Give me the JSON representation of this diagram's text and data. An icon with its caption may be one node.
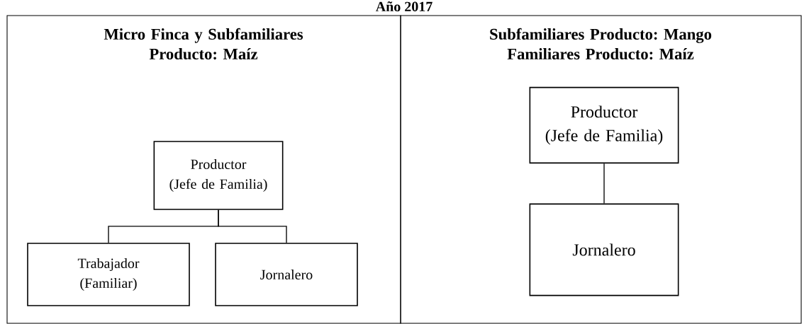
{
  "diagram": {
    "title": "Año 2017",
    "nodes": [
      {
        "text": [
          "Micro Finca y Subfamiliares Producto: Maíz"
        ]
      },
      {
        "text": [
          "Productor",
          "(Jefe de Familia)"
        ],
        "in": 0
      },
      {
        "text": [
          "Trabajador",
          "(Familiar)"
        ],
        "in": 0
      },
      {
        "text": [
          "Jornalero"
        ],
        "in": 0
      },
      {
        "text": [
          "Subfamiliares Producto: Mango Familiares Producto: Maíz"
        ]
      },
      {
        "text": [
          "Productor",
          "(Jefe de Familia)"
        ],
        "in": 4
      },
      {
        "text": [
          "Jornalero"
        ],
        "in": 4
      }
    ],
    "edges": [
      {
        "from": 1,
        "to": 2,
        "arrow": "none"
      },
      {
        "from": 1,
        "to": 3,
        "arrow": "none"
      },
      {
        "from": 5,
        "to": 6,
        "arrow": "none"
      }
    ]
  }
}
